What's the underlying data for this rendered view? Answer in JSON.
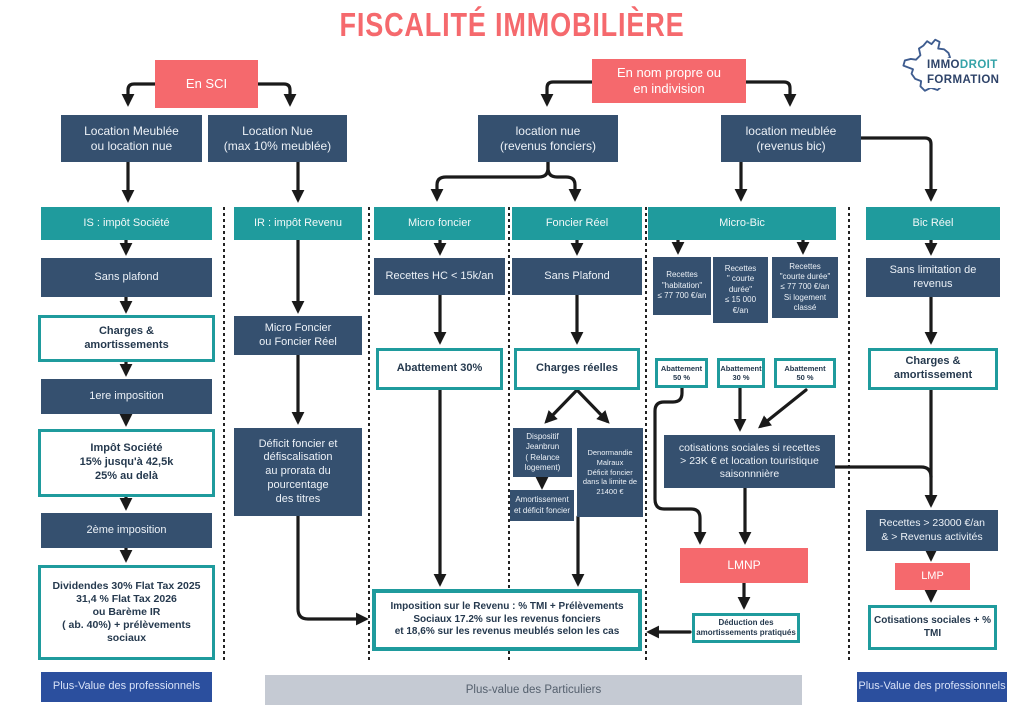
{
  "title": "FISCALITÉ IMMOBILIÈRE",
  "logo": {
    "immo": "IMMO",
    "droit": "DROIT",
    "formation": "FORMATION"
  },
  "colors": {
    "coral": "#F5696D",
    "navy": "#35506F",
    "teal": "#1F9B9D",
    "royal_blue": "#2B4F9E",
    "gray_bar": "#C5CAD3",
    "arrow": "#1A1A1A"
  },
  "boxes": {
    "en_sci": "En SCI",
    "nom_propre": "En nom propre ou\nen indivision",
    "loc_meublee_sci": "Location Meublée\nou location nue",
    "loc_nue_sci": "Location Nue\n(max 10% meublée)",
    "loc_nue_np": "location nue\n(revenus fonciers)",
    "loc_meublee_np": "location meublée\n(revenus bic)",
    "is_header": "IS : impôt Société",
    "ir_header": "IR : impôt Revenu",
    "micro_foncier": "Micro foncier",
    "foncier_reel": "Foncier Réel",
    "micro_bic": "Micro-Bic",
    "bic_reel": "Bic Réel",
    "sans_plafond1": "Sans plafond",
    "charges_amort1": "Charges &\namortissements",
    "imposition1": "1ere imposition",
    "impot_societe": "Impôt Société\n15% jusqu'à 42,5k\n25% au delà",
    "imposition2": "2ème imposition",
    "dividendes": "Dividendes 30% Flat Tax 2025\n31,4 % Flat Tax 2026\nou Barème IR\n( ab. 40%) + prélèvements\nsociaux",
    "pv_pro_left": "Plus-Value des professionnels",
    "micro_ou_reel": "Micro Foncier\nou Foncier Réel",
    "deficit_foncier": "Déficit foncier et\ndéfiscalisation\nau prorata du\npourcentage\ndes titres",
    "recettes_hc": "Recettes HC < 15k/an",
    "abattement30": "Abattement 30%",
    "sans_plafond2": "Sans Plafond",
    "charges_reelles": "Charges réelles",
    "jeanbrun": "Dispositif\nJeanbrun\n( Relance\nlogement)",
    "amort_deficit": "Amortissement\net déficit foncier",
    "denormandie": "Denormandie\nMalraux\nDéficit foncier\ndans la limite de\n21400 €",
    "recettes_habitation": "Recettes\n\"habitation\"\n≤ 77 700 €/an",
    "recettes_courte1": "Recettes\n\" courte\ndurée\"\n≤ 15 000\n€/an",
    "recettes_courte2": "Recettes\n\"courte durée\"\n≤ 77 700 €/an\nSi logement\nclassé",
    "ab50a": "Abattement\n50 %",
    "ab30b": "Abattement\n30 %",
    "ab50c": "Abattement\n50 %",
    "cotisations": "cotisations sociales si recettes\n> 23K € et location touristique\nsaisonnnière",
    "lmnp": "LMNP",
    "deduction": "Déduction des\namortissements pratiqués",
    "sans_limitation": "Sans limitation de\nrevenus",
    "charges_amort2": "Charges &\namortissement",
    "recettes_23000": "Recettes  > 23000 €/an\n& > Revenus activités",
    "lmp": "LMP",
    "cotis_tmi": "Cotisations sociales + %\nTMI",
    "pv_pro_right": "Plus-Value des professionnels",
    "imposition_revenu": "Imposition sur le Revenu : % TMI + Prélèvements\nSociaux 17.2% sur les revenus fonciers\net 18,6% sur les revenus meublés selon les cas",
    "pv_particuliers": "Plus-value des Particuliers"
  }
}
